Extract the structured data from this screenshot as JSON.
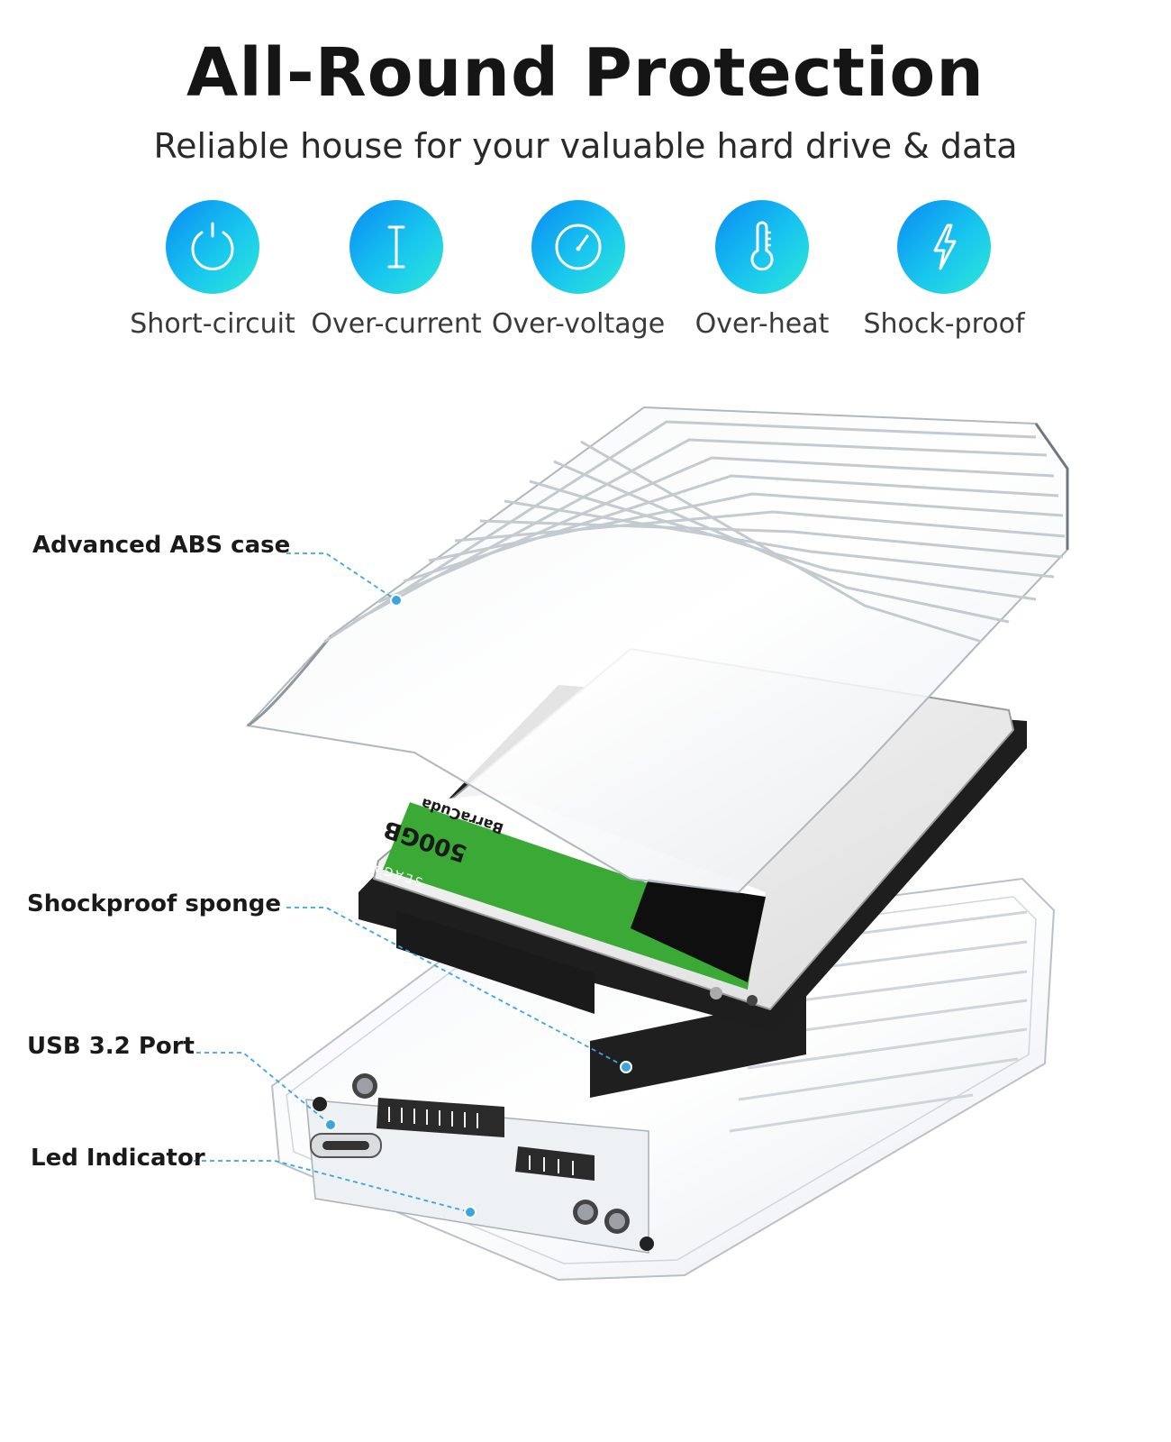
{
  "header": {
    "title": "All-Round Protection",
    "subtitle": "Reliable house for your valuable hard drive & data"
  },
  "features": [
    {
      "label": "Short-circuit",
      "icon": "power-icon"
    },
    {
      "label": "Over-current",
      "icon": "current-icon"
    },
    {
      "label": "Over-voltage",
      "icon": "gauge-icon"
    },
    {
      "label": "Over-heat",
      "icon": "thermometer-icon"
    },
    {
      "label": "Shock-proof",
      "icon": "lightning-icon"
    }
  ],
  "drive": {
    "brand": "SEAGATE",
    "capacity": "500GB",
    "model": "BarraCuda"
  },
  "callouts": {
    "case": "Advanced ABS case",
    "sponge": "Shockproof sponge",
    "port": "USB 3.2 Port",
    "led": "Led Indicator"
  },
  "colors": {
    "badge_start": "#0a8af4",
    "badge_end": "#2fe7d8",
    "leader_line": "#3aa6e0",
    "drive_green": "#3aa935"
  }
}
